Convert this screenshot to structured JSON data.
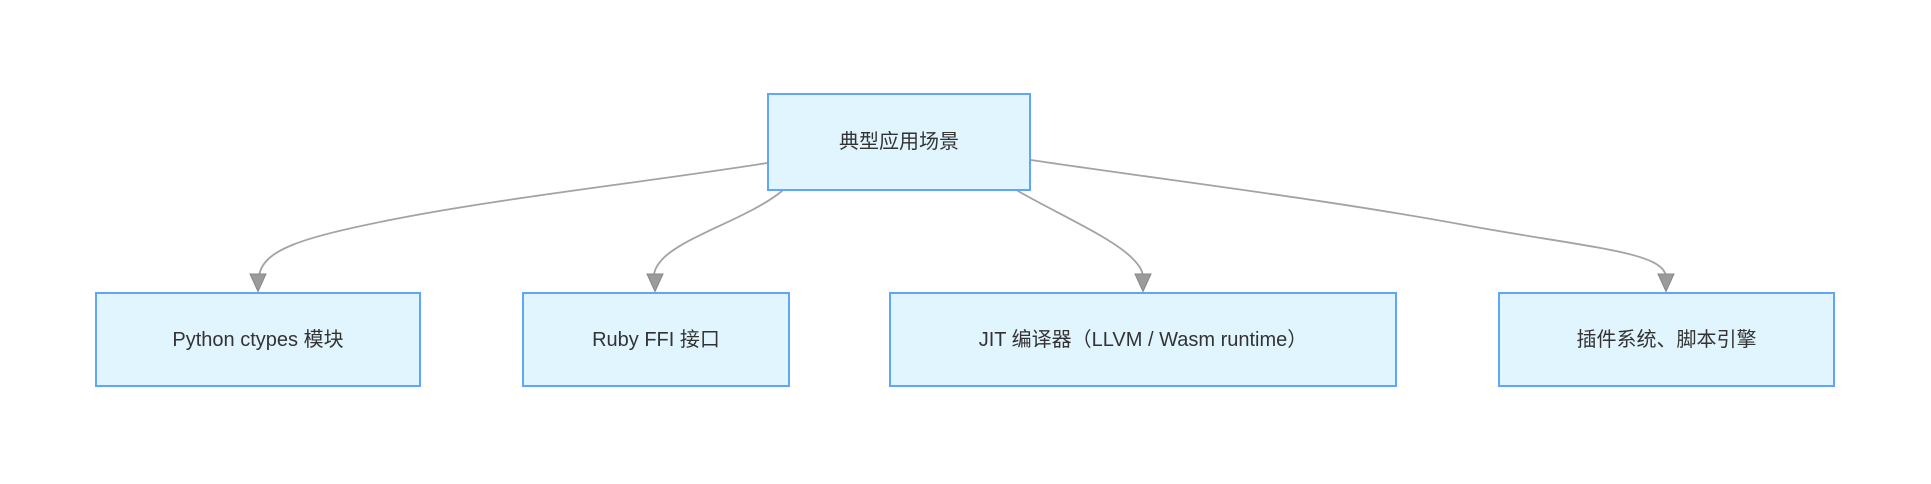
{
  "diagram": {
    "type": "flowchart",
    "direction": "top-down",
    "colors": {
      "background": "#ffffff",
      "node_fill": "#e1f5fe",
      "node_border": "#60a5fa",
      "node_text": "#333333",
      "edge": "#a3a3a3",
      "arrowhead": "#9b9b9b"
    },
    "root": {
      "label": "典型应用场景"
    },
    "children": [
      {
        "label": "Python ctypes 模块"
      },
      {
        "label": "Ruby FFI 接口"
      },
      {
        "label": "JIT 编译器（LLVM / Wasm runtime）"
      },
      {
        "label": "插件系统、脚本引擎"
      }
    ],
    "edges": [
      {
        "from": "典型应用场景",
        "to": "Python ctypes 模块",
        "arrow": "down"
      },
      {
        "from": "典型应用场景",
        "to": "Ruby FFI 接口",
        "arrow": "down"
      },
      {
        "from": "典型应用场景",
        "to": "JIT 编译器（LLVM / Wasm runtime）",
        "arrow": "down"
      },
      {
        "from": "典型应用场景",
        "to": "插件系统、脚本引擎",
        "arrow": "down"
      }
    ]
  }
}
